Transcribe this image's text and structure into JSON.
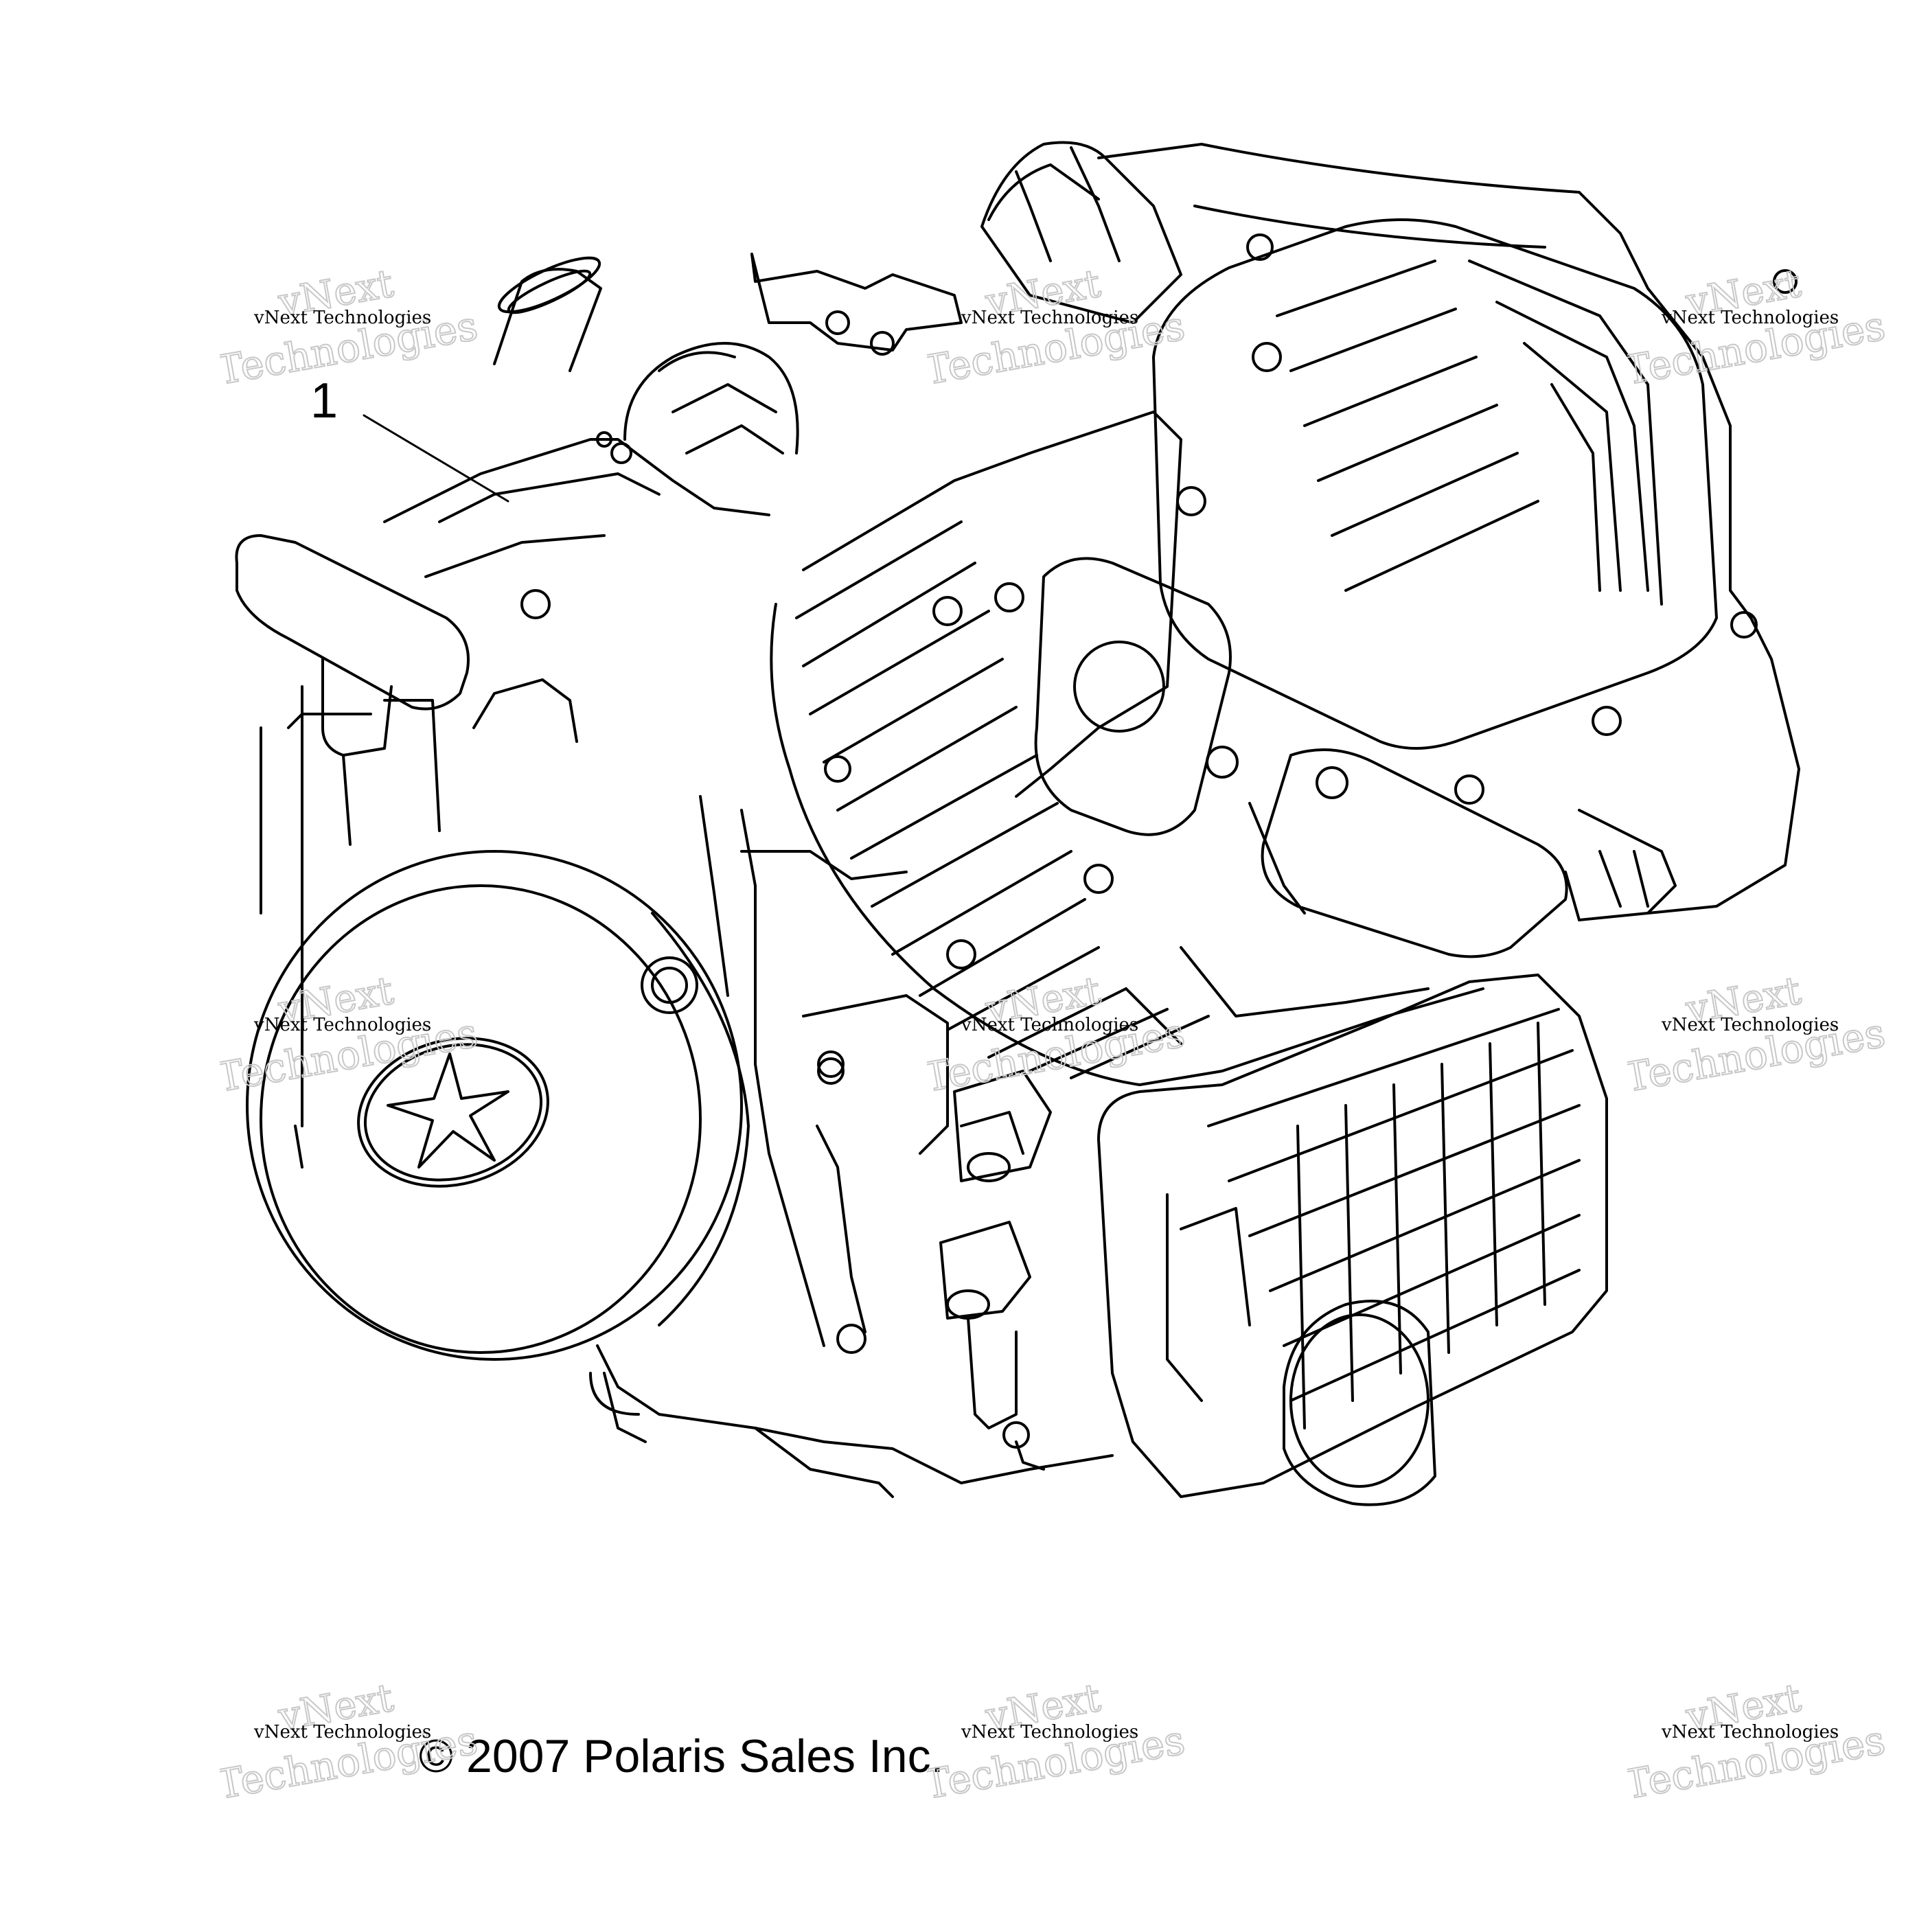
{
  "diagram": {
    "callout_number": "1",
    "copyright": "© 2007 Polaris Sales Inc.",
    "watermark": {
      "small_text": "vNext Technologies",
      "big_line1": "vNext",
      "big_line2": "Technologies"
    }
  }
}
